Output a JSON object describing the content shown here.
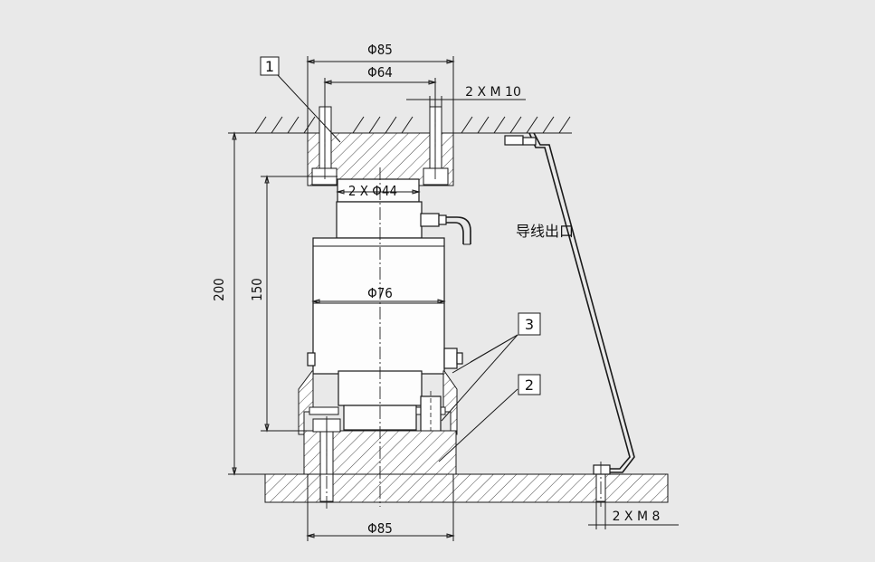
{
  "dimensions": {
    "top_outer_diameter": "Φ85",
    "top_bolt_circle": "Φ64",
    "top_thread": "2 X M 10",
    "inner_diameter": "2 X Φ44",
    "body_diameter": "Φ76",
    "bottom_outer_diameter": "Φ85",
    "bottom_thread": "2 X M 8",
    "total_height": "200",
    "inner_height": "150"
  },
  "labels": {
    "cable_outlet": "导线出口",
    "callout_1": "1",
    "callout_2": "2",
    "callout_3": "3"
  }
}
